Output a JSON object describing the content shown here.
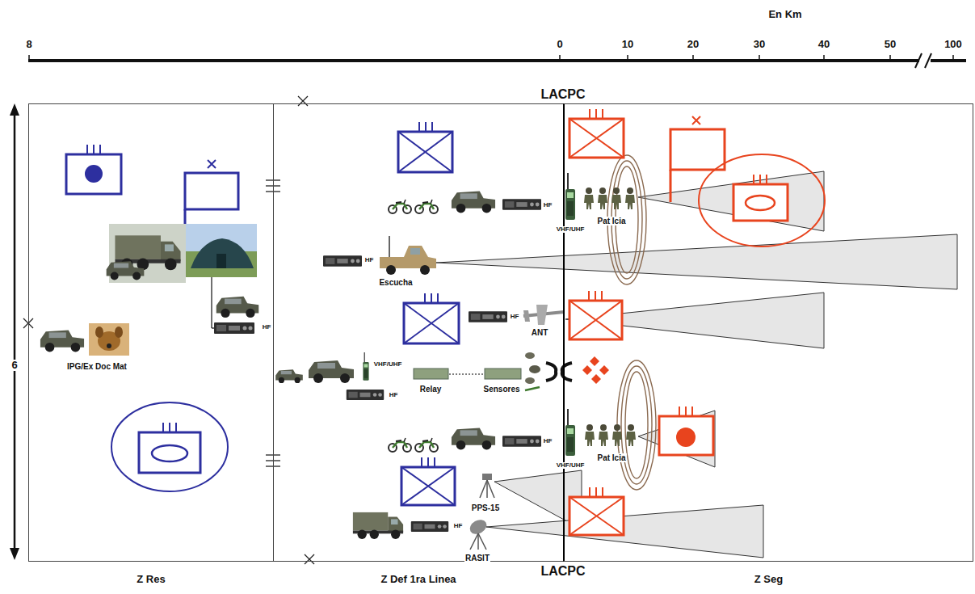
{
  "diagram": {
    "nodes": [
      {
        "text": [
          "Z Res"
        ]
      },
      {
        "text": [
          "Z Def 1ra Linea"
        ]
      },
      {
        "text": [
          "Z Seg"
        ]
      }
    ],
    "labels": [
      "En Km",
      "8",
      "0",
      "10",
      "20",
      "30",
      "40",
      "50",
      "100",
      "LACPC",
      "HF",
      "Pat Icia",
      "VHF/UHF",
      "HF",
      "Escucha",
      "HF",
      "HF",
      "ANT",
      "IPG/Ex Doc Mat",
      "6",
      "VHF/UHF",
      "Relay",
      "Sensores",
      "HF",
      "HF",
      "Pat Icia",
      "VHF/UHF",
      "PPS-15",
      "HF",
      "RASIT",
      "LACPC"
    ]
  }
}
